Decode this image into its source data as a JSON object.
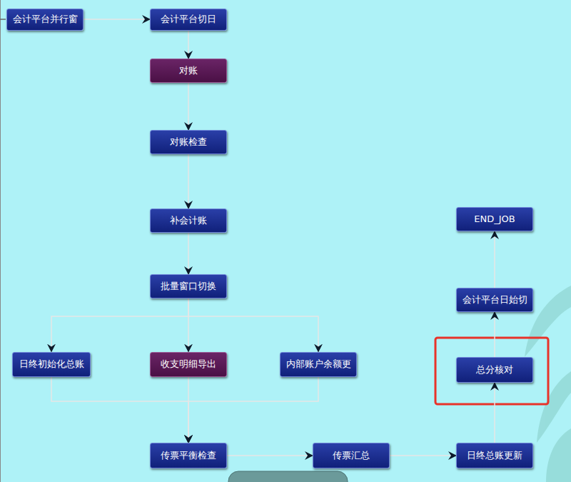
{
  "diagram": {
    "nodes": [
      {
        "text": [
          "会计平台并行窗"
        ]
      },
      {
        "text": [
          "会计平台切日"
        ]
      },
      {
        "text": [
          "对账"
        ]
      },
      {
        "text": [
          "对账检查"
        ]
      },
      {
        "text": [
          "补会计账"
        ]
      },
      {
        "text": [
          "批量窗口切换"
        ]
      },
      {
        "text": [
          "日终初始化总账"
        ]
      },
      {
        "text": [
          "收支明细导出"
        ]
      },
      {
        "text": [
          "内部账户余额更"
        ]
      },
      {
        "text": [
          "传票平衡检查"
        ]
      },
      {
        "text": [
          "传票汇总"
        ]
      },
      {
        "text": [
          "日终总账更新"
        ]
      },
      {
        "text": [
          "总分核对"
        ]
      },
      {
        "text": [
          "会计平台日始切"
        ]
      },
      {
        "text": [
          "END_JOB"
        ]
      }
    ],
    "edges": [
      {
        "from": 0,
        "to": 1,
        "arrow": "to"
      },
      {
        "from": 1,
        "to": 2,
        "arrow": "to"
      },
      {
        "from": 2,
        "to": 3,
        "arrow": "to"
      },
      {
        "from": 3,
        "to": 4,
        "arrow": "to"
      },
      {
        "from": 4,
        "to": 5,
        "arrow": "to"
      },
      {
        "from": 5,
        "to": 6,
        "arrow": "to"
      },
      {
        "from": 5,
        "to": 7,
        "arrow": "to"
      },
      {
        "from": 5,
        "to": 8,
        "arrow": "to"
      },
      {
        "from": 6,
        "to": 9,
        "arrow": "to"
      },
      {
        "from": 7,
        "to": 9,
        "arrow": "to"
      },
      {
        "from": 8,
        "to": 9,
        "arrow": "to"
      },
      {
        "from": 9,
        "to": 10,
        "arrow": "to"
      },
      {
        "from": 10,
        "to": 11,
        "arrow": "to"
      },
      {
        "from": 11,
        "to": 12,
        "arrow": "to"
      },
      {
        "from": 12,
        "to": 13,
        "arrow": "to"
      },
      {
        "from": 13,
        "to": 14,
        "arrow": "to"
      }
    ]
  }
}
